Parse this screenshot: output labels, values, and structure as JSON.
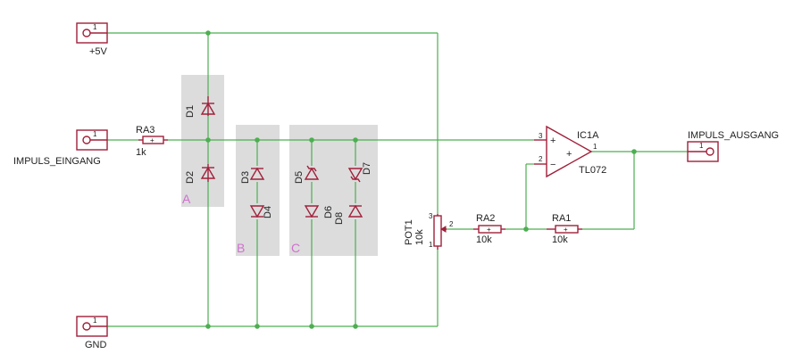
{
  "connectors": {
    "vcc": {
      "label": "+5V",
      "pin": "1"
    },
    "input": {
      "label": "IMPULS_EINGANG",
      "pin": "1"
    },
    "gnd": {
      "label": "GND",
      "pin": "1"
    },
    "output": {
      "label": "IMPULS_AUSGANG",
      "pin": "1"
    }
  },
  "resistors": {
    "ra3": {
      "name": "RA3",
      "value": "1k"
    },
    "ra2": {
      "name": "RA2",
      "value": "10k"
    },
    "ra1": {
      "name": "RA1",
      "value": "10k"
    }
  },
  "pot": {
    "name": "POT1",
    "value": "10k",
    "pin1": "1",
    "pin2": "2",
    "pin3": "3"
  },
  "opamp": {
    "name": "IC1A",
    "part": "TL072",
    "pin1": "1",
    "pin2": "2",
    "pin3": "3",
    "minus": "−",
    "plus": "+"
  },
  "diodes": {
    "d1": "D1",
    "d2": "D2",
    "d3": "D3",
    "d4": "D4",
    "d5": "D5",
    "d6": "D6",
    "d7": "D7",
    "d8": "D8"
  },
  "groups": {
    "a": "A",
    "b": "B",
    "c": "C"
  },
  "colors": {
    "wire": "#4caf50",
    "symbol": "#a0203a",
    "group_fill": "#dcdcdc",
    "group_label": "#d070d0"
  }
}
